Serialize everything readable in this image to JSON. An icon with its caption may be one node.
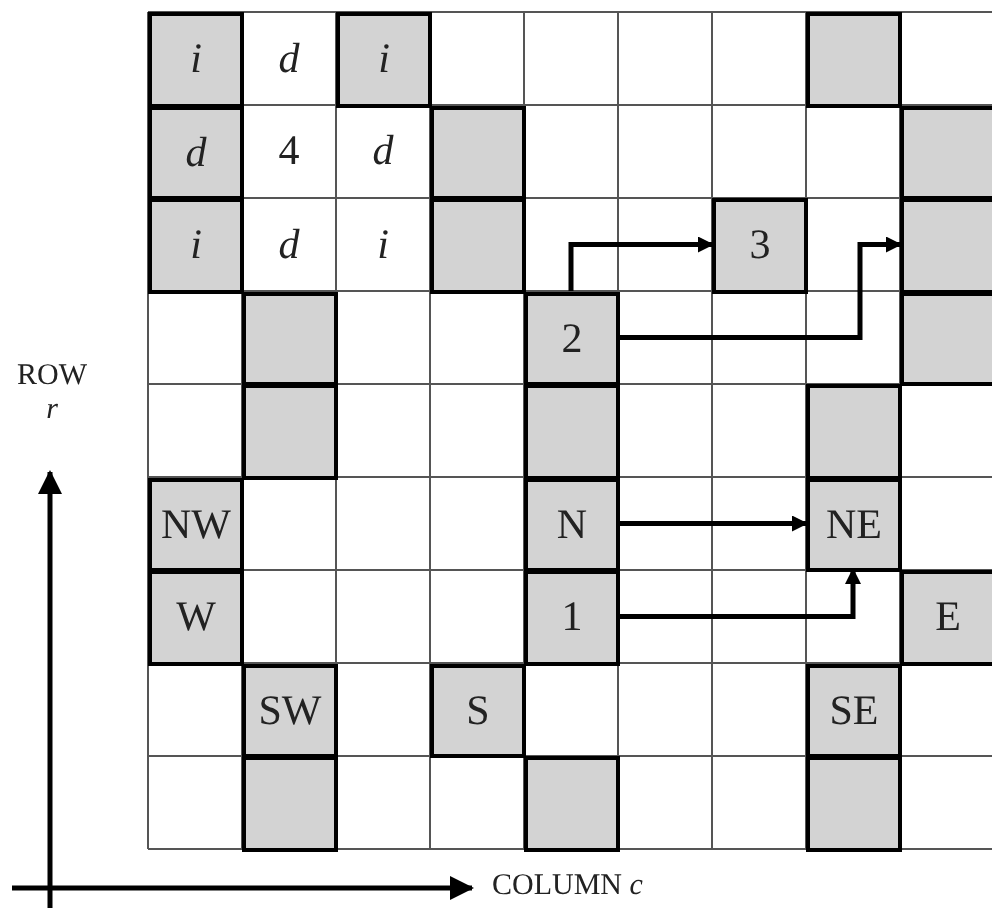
{
  "diagram": {
    "nodes": [
      {
        "text": [
          "i"
        ]
      },
      {
        "text": [
          "d"
        ]
      },
      {
        "text": [
          "i"
        ]
      },
      {
        "text": [],
        "shape": "box"
      },
      {
        "text": [
          "d"
        ]
      },
      {
        "text": [
          "4"
        ]
      },
      {
        "text": [
          "d"
        ]
      },
      {
        "text": [],
        "shape": "box"
      },
      {
        "text": [],
        "shape": "box"
      },
      {
        "text": [
          "i"
        ]
      },
      {
        "text": [
          "d"
        ]
      },
      {
        "text": [
          "i"
        ]
      },
      {
        "text": [],
        "shape": "box"
      },
      {
        "text": [
          "3"
        ]
      },
      {
        "text": [],
        "shape": "box"
      },
      {
        "text": [],
        "shape": "box"
      },
      {
        "text": [
          "2"
        ]
      },
      {
        "text": [],
        "shape": "box"
      },
      {
        "text": [],
        "shape": "box"
      },
      {
        "text": [],
        "shape": "box"
      },
      {
        "text": [],
        "shape": "box"
      },
      {
        "text": [
          "NW"
        ]
      },
      {
        "text": [
          "N"
        ]
      },
      {
        "text": [
          "NE"
        ]
      },
      {
        "text": [
          "W"
        ]
      },
      {
        "text": [
          "1"
        ]
      },
      {
        "text": [
          "E"
        ]
      },
      {
        "text": [
          "SW"
        ]
      },
      {
        "text": [
          "S"
        ]
      },
      {
        "text": [
          "SE"
        ]
      },
      {
        "text": [],
        "shape": "box"
      },
      {
        "text": [],
        "shape": "box"
      },
      {
        "text": [],
        "shape": "box"
      }
    ],
    "edges": [
      {
        "from": 16,
        "to": 13,
        "arrow": "to"
      },
      {
        "from": 16,
        "to": 14,
        "arrow": "to"
      },
      {
        "from": 22,
        "to": 23,
        "arrow": "to"
      },
      {
        "from": 25,
        "to": 23,
        "arrow": "to"
      }
    ],
    "labels": [
      "ROW *r*",
      "COLUMN *c*"
    ]
  }
}
